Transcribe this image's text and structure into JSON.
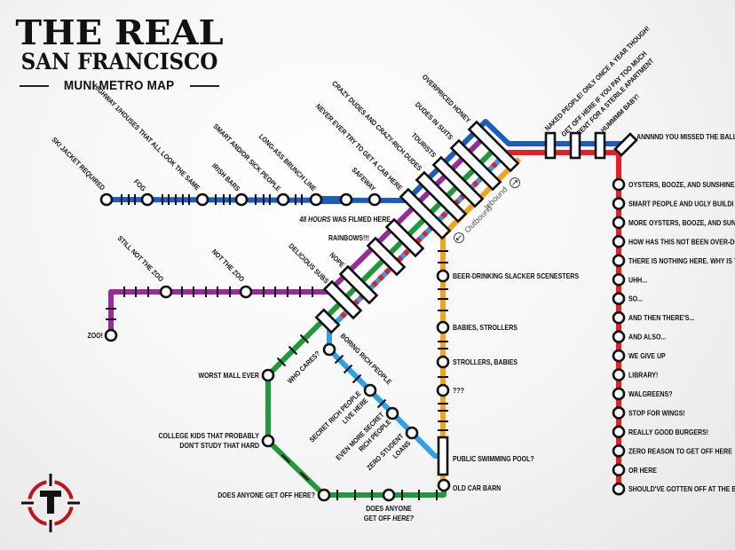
{
  "title": {
    "line1": "THE REAL",
    "line2": "SAN FRANCISCO",
    "subtitle": "MUNI METRO MAP"
  },
  "colors": {
    "blue": "#1a5cbf",
    "purple": "#9a2a9c",
    "green": "#1f9a3a",
    "light_blue": "#29a3e6",
    "red": "#ee1c25",
    "orange": "#f7a21b",
    "logo_red": "#c0151b"
  },
  "direction": {
    "outbound": "Outbound",
    "inbound": "Inbound"
  },
  "stations": {
    "blue": [
      "SKI JACKET REQUIRED",
      "FOG",
      "HIGHWAY 1/HOUSES THAT ALL LOOK THE SAME",
      "IRISH BARS",
      "SMART AND/OR SICK PEOPLE",
      "LONG-ASS BRUNCH LINE",
      "SAFEWAY"
    ],
    "trunk": {
      "overpriced_honey": "OVERPRICED HONEY",
      "dudes_in_suits": "DUDES IN SUITS",
      "tourists": "TOURISTS",
      "crazy_dudes": "CRAZY DUDES AND CRAZY-RICH DUDES",
      "never_cab": "NEVER EVER TRY TO GET A CAB HERE",
      "forty_eight_italic": "48 HOURS",
      "forty_eight_rest": " WAS FILMED HERE",
      "rainbows": "RAINBOWS!!!",
      "nope": "NOPE",
      "delicious_subs": "DELICIOUS SUBS"
    },
    "purple": [
      "ZOO!",
      "STILL NOT THE ZOO",
      "NOT THE ZOO"
    ],
    "top": {
      "naked": "NAKED PEOPLE! ONLY ONCE A YEAR THOUGH!",
      "rent_line1": "GET OFF HERE IF YOU PAY TOO MUCH",
      "rent_line2": "RENT FOR A STERILE APARTMENT",
      "hummm": "HUMMMM BABY!",
      "ballpark": "ANNNND YOU MISSED THE BALLPA"
    },
    "red": [
      "OYSTERS, BOOZE, AND SUNSHINE",
      "SMART PEOPLE AND UGLY BUILDI",
      "MORE OYSTERS, BOOZE, AND SUN",
      "HOW HAS THIS NOT BEEN OVER-DO",
      "THERE IS NOTHING HERE. WHY IS T",
      "UHH...",
      "SO...",
      "AND THEN THERE'S...",
      "AND ALSO...",
      "WE GIVE UP",
      "LIBRARY!",
      "WALGREENS?",
      "STOP FOR WINGS!",
      "REALLY GOOD BURGERS!",
      "ZERO REASON TO GET OFF HERE",
      "OR HERE",
      "SHOULD'VE GOTTEN OFF AT THE B"
    ],
    "orange": [
      "BEER-DRINKING SLACKER SCENESTERS",
      "BABIES, STROLLERS",
      "STROLLERS, BABIES",
      "???",
      "PUBLIC SWIMMING POOL?",
      "OLD CAR BARN"
    ],
    "green": {
      "worst_mall": "WORST MALL EVER",
      "college_line1": "COLLEGE KIDS THAT PROBABLY",
      "college_line2": "DON'T STUDY THAT HARD",
      "anyone1": "DOES ANYONE GET OFF HERE?",
      "anyone2_line1": "DOES ANYONE",
      "anyone2_line2_a": "GET OFF ",
      "anyone2_line2_b": "HERE?"
    },
    "light_blue": {
      "boring": "BORING RICH PEOPLE",
      "who_cares": "WHO CARES?",
      "secret_line1": "SECRET RICH PEOPLE",
      "secret_line2": "LIVE HERE",
      "even_more_line1": "EVEN MORE SECRET",
      "even_more_line2": "RICH PEOPLE",
      "zero_line1": "ZERO STUDENT",
      "zero_line2": "LOANS"
    }
  },
  "logo": {
    "letter": "T"
  }
}
